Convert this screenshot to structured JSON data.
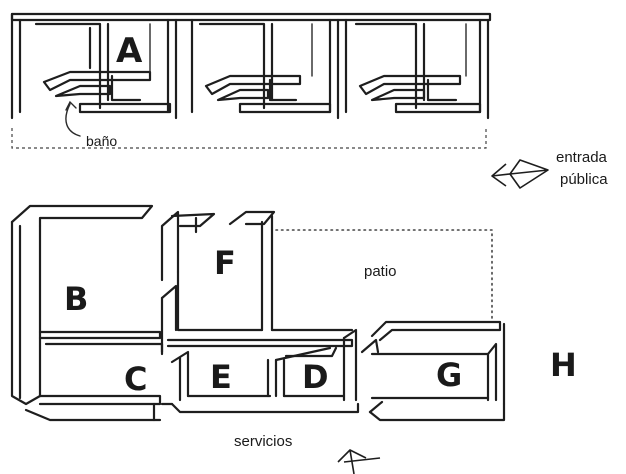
{
  "labels": {
    "zone_a": "A",
    "zone_b": "B",
    "zone_c": "C",
    "zone_d": "D",
    "zone_e": "E",
    "zone_f": "F",
    "zone_g": "G",
    "zone_h": "H",
    "bano": "baño",
    "entrada_line1": "entrada",
    "entrada_line2": "pública",
    "patio": "patio",
    "servicios": "servicios"
  },
  "icons": {
    "entrance_arrow": "arrow-left-icon",
    "service_arrow": "arrow-up-icon"
  }
}
